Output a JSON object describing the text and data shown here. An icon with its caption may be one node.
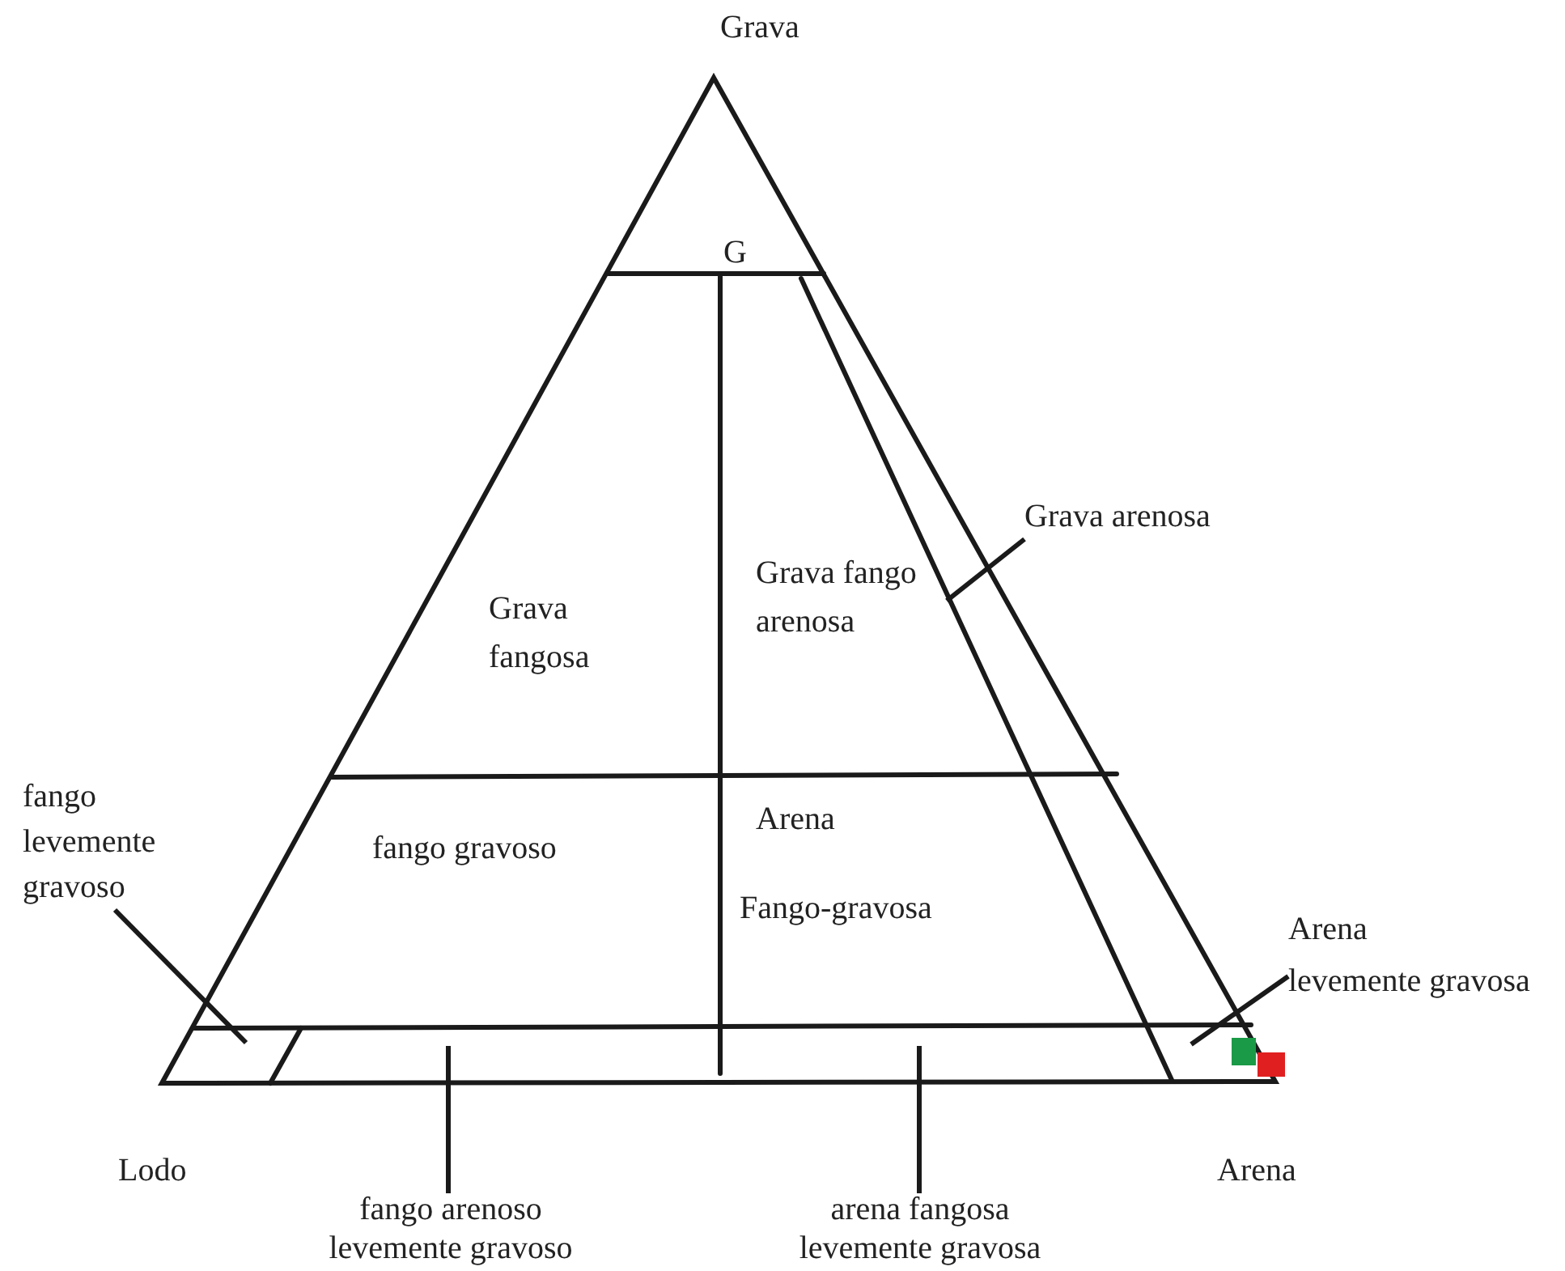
{
  "diagram": {
    "nodes": [
      {
        "text": [
          "Grava arenosa"
        ]
      },
      {
        "text": [
          "fango levemente gravoso"
        ]
      },
      {
        "text": [
          "Arena",
          "levemente gravosa"
        ]
      },
      {
        "text": [
          "fango arenoso levemente gravoso"
        ]
      },
      {
        "text": [
          "arena fangosa levemente gravosa"
        ]
      }
    ],
    "edges": [
      {
        "from": 0,
        "to": null,
        "arrow": "none"
      },
      {
        "from": 1,
        "to": null,
        "arrow": "none"
      },
      {
        "from": 2,
        "to": null,
        "arrow": "none"
      },
      {
        "from": 3,
        "to": null,
        "arrow": "none"
      },
      {
        "from": 4,
        "to": null,
        "arrow": "none"
      }
    ],
    "labels": [
      "Grava",
      "G",
      "Grava fangosa",
      "Grava fango arenosa",
      "fango gravoso",
      "Arena",
      "Fango-gravosa",
      "Lodo",
      "Arena"
    ]
  }
}
